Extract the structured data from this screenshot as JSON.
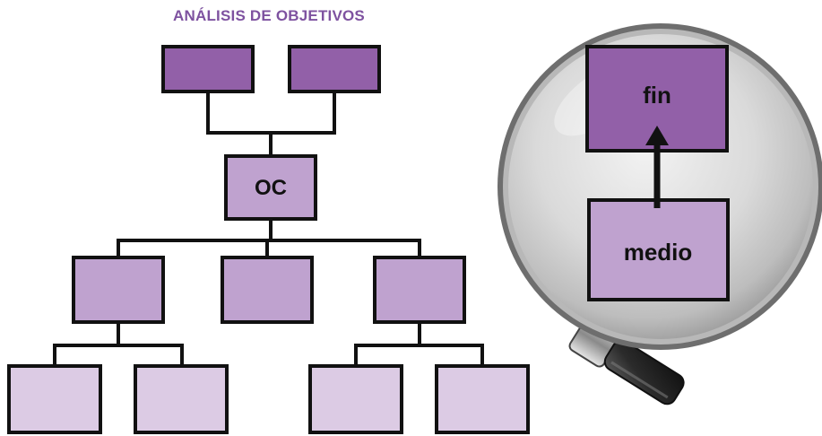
{
  "title": "ANÁLISIS DE OBJETIVOS",
  "tree": {
    "central_label": "OC",
    "levels": [
      {
        "level": "ends",
        "count": 2
      },
      {
        "level": "central-objective",
        "count": 1
      },
      {
        "level": "means",
        "count": 3
      },
      {
        "level": "sub-means",
        "count": 4
      }
    ]
  },
  "magnifier": {
    "end_label": "fin",
    "means_label": "medio"
  },
  "colors": {
    "title": "#7e52a0",
    "level_dark": "#9260a8",
    "level_medium": "#bfa2cf",
    "level_light": "#dccbe4",
    "outline": "#111111",
    "lens_bg": "#d9d9d9",
    "handle": "#2b2b2b"
  }
}
